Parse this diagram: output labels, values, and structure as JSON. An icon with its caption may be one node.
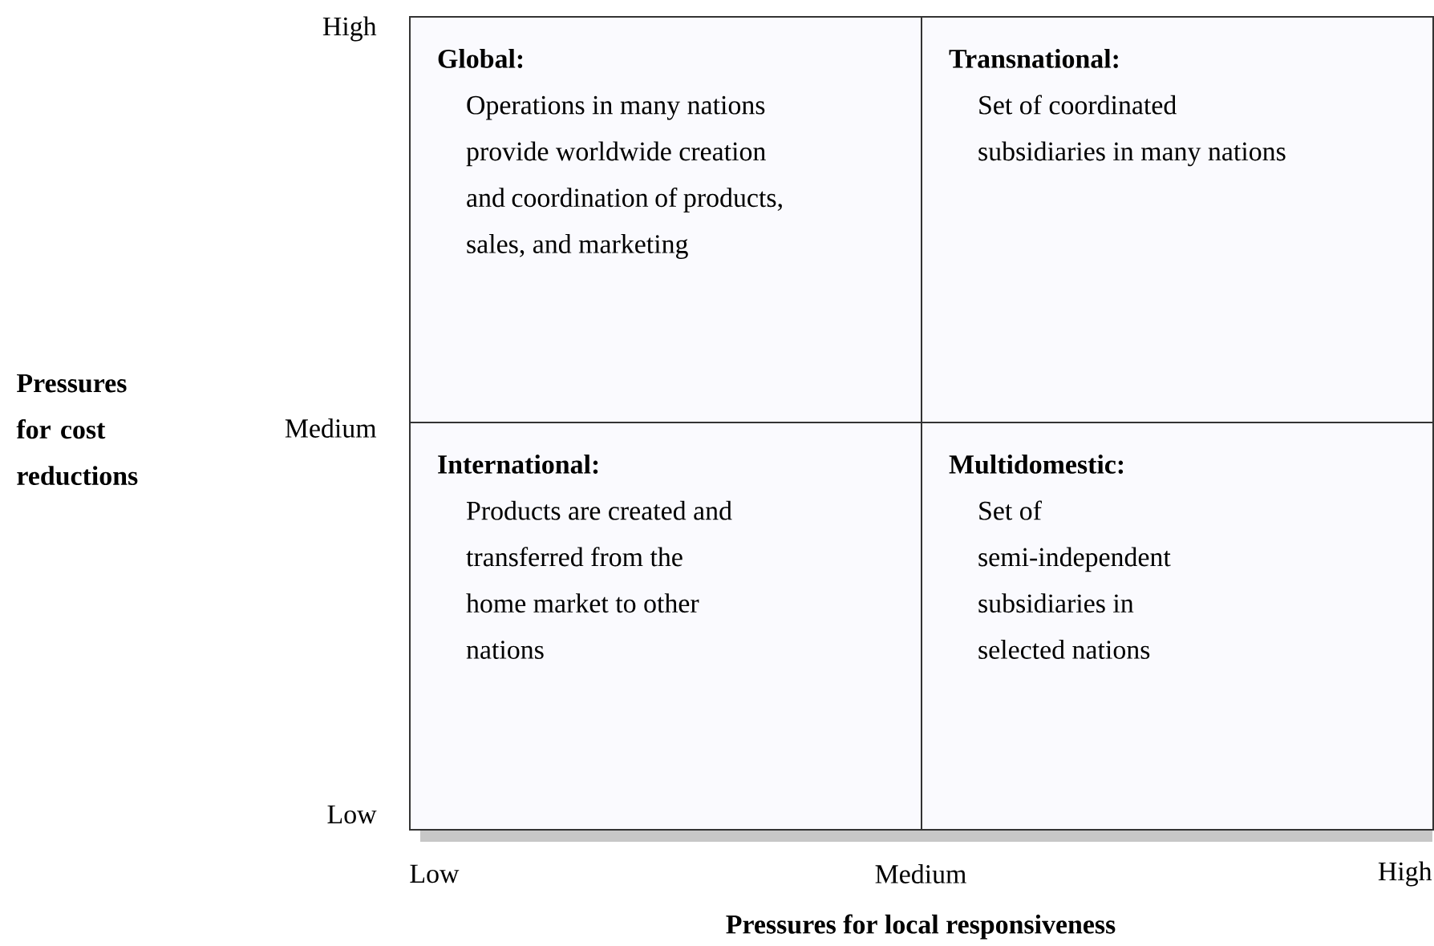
{
  "diagram": {
    "nodes": [
      {
        "text": [
          "Global:",
          "Operations in many nations provide worldwide creation and coordination of products, sales, and marketing"
        ]
      },
      {
        "text": [
          "Transnational:",
          "Set of coordinated subsidiaries in many nations"
        ]
      },
      {
        "text": [
          "International:",
          "Products are created and transferred from the home market to other nations"
        ]
      },
      {
        "text": [
          "Multidomestic:",
          "Set of semi-independent subsidiaries in selected nations"
        ]
      }
    ],
    "labels": [
      "High",
      "Pressures for cost reductions",
      "Medium",
      "Low",
      "Low",
      "Medium",
      "High",
      "Pressures for local responsiveness"
    ]
  }
}
